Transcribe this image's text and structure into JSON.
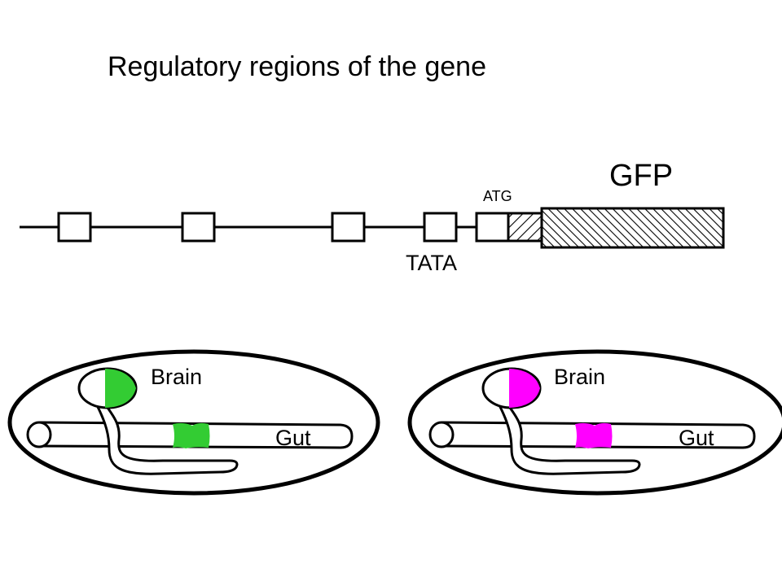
{
  "title": "Regulatory regions of the gene",
  "construct": {
    "gene_label": "GFP",
    "start_codon_label": "ATG",
    "promoter_label": "TATA",
    "regulatory_element_count": 5
  },
  "colors": {
    "left_expression": "#33cc33",
    "right_expression": "#ff00ff",
    "outline": "#000000",
    "background": "#ffffff"
  },
  "organisms": [
    {
      "brain_label": "Brain",
      "gut_label": "Gut",
      "expression_color": "#33cc33"
    },
    {
      "brain_label": "Brain",
      "gut_label": "Gut",
      "expression_color": "#ff00ff"
    }
  ]
}
